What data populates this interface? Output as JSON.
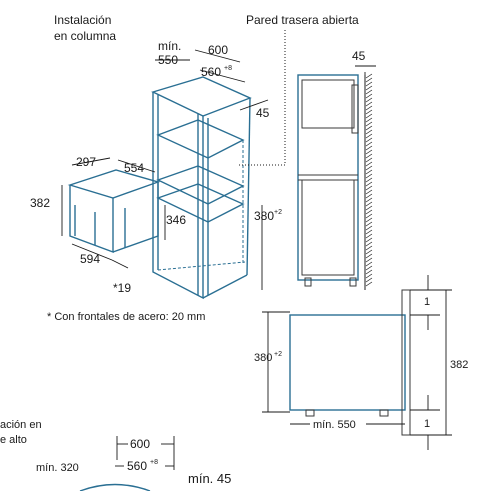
{
  "labels": {
    "install_column_1": "Instalación",
    "install_column_2": "en columna",
    "rear_wall": "Pared trasera abierta",
    "min_1": "mín.",
    "w550": "550",
    "w600": "600",
    "w560": "560",
    "w560_sup": "+8",
    "d45_top": "45",
    "d45_side": "45",
    "d297": "297",
    "d554": "554",
    "d382": "382",
    "d346": "346",
    "d594": "594",
    "d19": "*19",
    "d380": "380",
    "d380_sup": "+2",
    "footnote": "* Con frontales de acero: 20 mm",
    "s_380": "380",
    "s_380_sup": "+2",
    "s_382": "382",
    "s_1_top": "1",
    "s_1_bot": "1",
    "s_min550": "mín. 550",
    "bottom_install_1": "ación en",
    "bottom_install_2": "e alto",
    "b_600": "600",
    "b_min320": "mín. 320",
    "b_560": "560",
    "b_560_sup": "+8",
    "b_min45": "mín. 45"
  },
  "colors": {
    "cabinet_line": "#2a6f93",
    "dimension_line": "#1a1a1a"
  }
}
